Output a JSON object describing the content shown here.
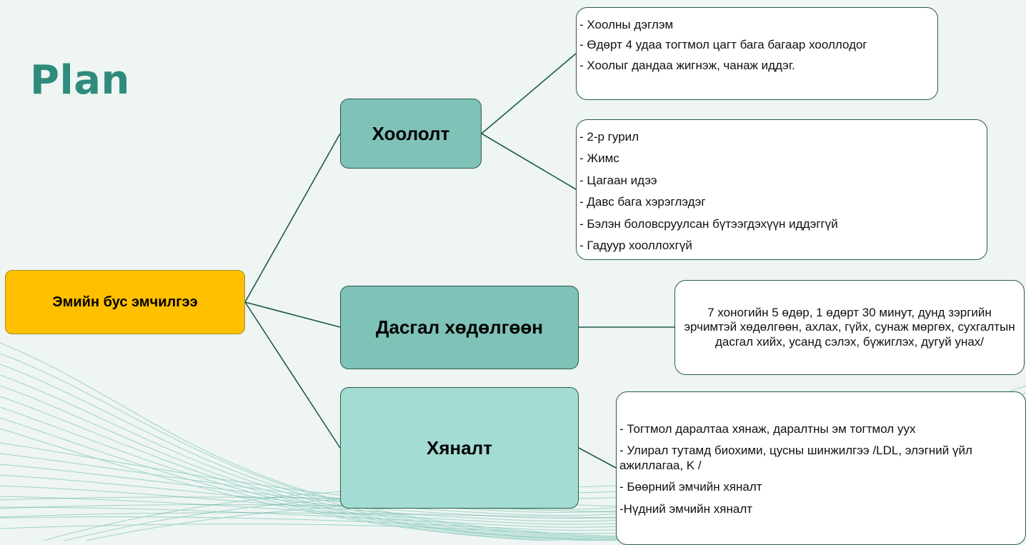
{
  "slide": {
    "title": "Plan"
  },
  "diagram": {
    "root": {
      "label": "Эмийн бус эмчилгээ"
    },
    "branches": [
      {
        "label": "Хоололт",
        "details": [
          {
            "items": [
              "- Хоолны дэглэм",
              "- Өдөрт 4 удаа тогтмол цагт бага багаар хооллодог",
              "- Хоолыг дандаа жигнэж, чанаж иддэг."
            ]
          },
          {
            "items": [
              "- 2-р гурил",
              "- Жимс",
              "- Цагаан идээ",
              "- Давс бага хэрэглэдэг",
              "- Бэлэн боловсруулсан бүтээгдэхүүн иддэггүй",
              "- Гадуур хооллохгүй"
            ]
          }
        ]
      },
      {
        "label": "Дасгал хөдөлгөөн",
        "details": [
          {
            "text": "7 хоногийн 5 өдөр, 1 өдөрт 30 минут, дунд зэргийн эрчимтэй хөдөлгөөн, ахлах, гүйх, сунаж мөргөх, сухгалтын дасгал хийх, усанд сэлэх, бүжиглэх, дугуй унах/"
          }
        ]
      },
      {
        "label": "Хяналт",
        "details": [
          {
            "items": [
              "- Тогтмол даралтаа хянаж, даралтны эм тогтмол уух",
              "- Улирал тутамд биохими, цусны шинжилгээ /LDL, элэгний үйл ажиллагаа, K /",
              "- Бөөрний эмчийн хяналт",
              "-Нүдний эмчийн хяналт"
            ]
          }
        ]
      }
    ]
  },
  "colors": {
    "title": "#2f8c7c",
    "root_fill": "#fec000",
    "branch_fill": "#7fc2b7",
    "branch_fill_light": "#a3dcd3",
    "line": "#1e5a4a",
    "background": "#eef5f3"
  }
}
